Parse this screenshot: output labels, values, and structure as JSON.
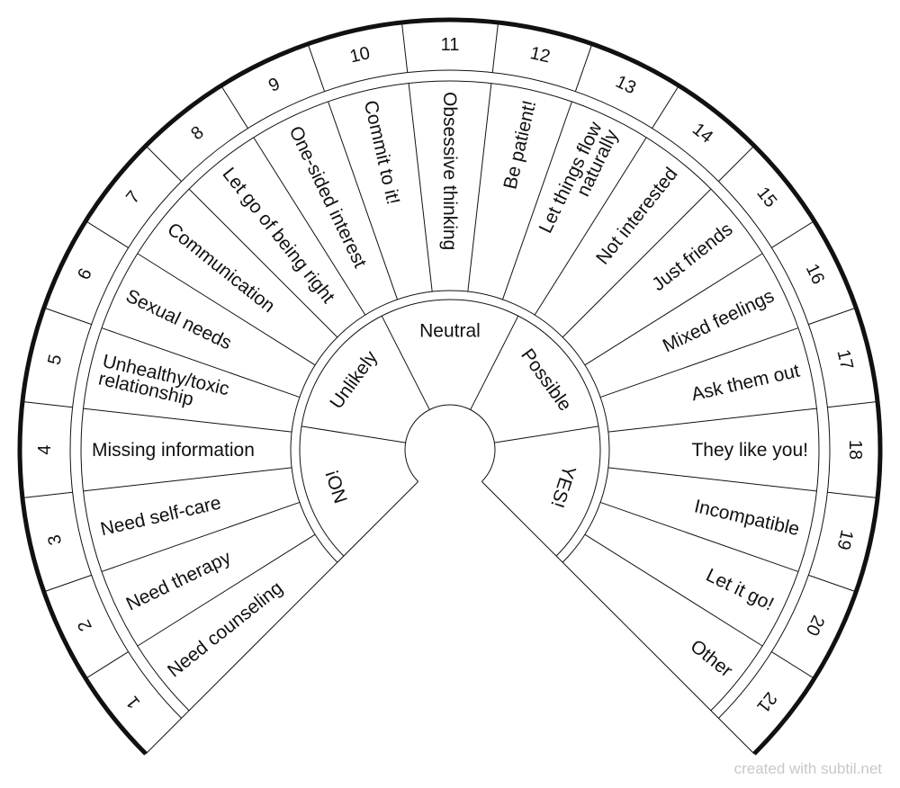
{
  "categories": [
    "NO!",
    "Unlikely",
    "Neutral",
    "Possible",
    "YES!"
  ],
  "answers": [
    {
      "number": "1",
      "label": [
        "Need counseling"
      ]
    },
    {
      "number": "2",
      "label": [
        "Need therapy"
      ]
    },
    {
      "number": "3",
      "label": [
        "Need self-care"
      ]
    },
    {
      "number": "4",
      "label": [
        "Missing information"
      ]
    },
    {
      "number": "5",
      "label": [
        "Unhealthy/toxic",
        "relationship"
      ]
    },
    {
      "number": "6",
      "label": [
        "Sexual needs"
      ]
    },
    {
      "number": "7",
      "label": [
        "Communication"
      ]
    },
    {
      "number": "8",
      "label": [
        "Let go of being right"
      ]
    },
    {
      "number": "9",
      "label": [
        "One-sided interest"
      ]
    },
    {
      "number": "10",
      "label": [
        "Commit to it!"
      ]
    },
    {
      "number": "11",
      "label": [
        "Obsessive thinking"
      ]
    },
    {
      "number": "12",
      "label": [
        "Be patient!"
      ]
    },
    {
      "number": "13",
      "label": [
        "Let things flow",
        "naturally"
      ]
    },
    {
      "number": "14",
      "label": [
        "Not interested"
      ]
    },
    {
      "number": "15",
      "label": [
        "Just friends"
      ]
    },
    {
      "number": "16",
      "label": [
        "Mixed feelings"
      ]
    },
    {
      "number": "17",
      "label": [
        "Ask them out"
      ]
    },
    {
      "number": "18",
      "label": [
        "They like you!"
      ]
    },
    {
      "number": "19",
      "label": [
        "Incompatible"
      ]
    },
    {
      "number": "20",
      "label": [
        "Let it go!"
      ]
    },
    {
      "number": "21",
      "label": [
        "Other"
      ]
    }
  ],
  "watermark": "created with subtil.net",
  "colors": {
    "line": "#111111",
    "watermark": "#c8c8c8"
  }
}
